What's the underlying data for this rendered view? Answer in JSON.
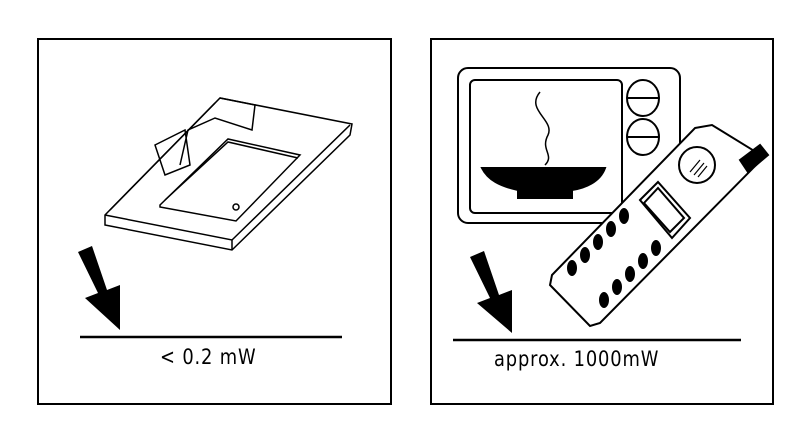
{
  "panels": [
    {
      "name": "standby-device",
      "label": "< 0.2 mW"
    },
    {
      "name": "microwave-and-phone",
      "label": "approx. 1000mW"
    }
  ],
  "colors": {
    "ink": "#000000",
    "background": "#ffffff"
  }
}
